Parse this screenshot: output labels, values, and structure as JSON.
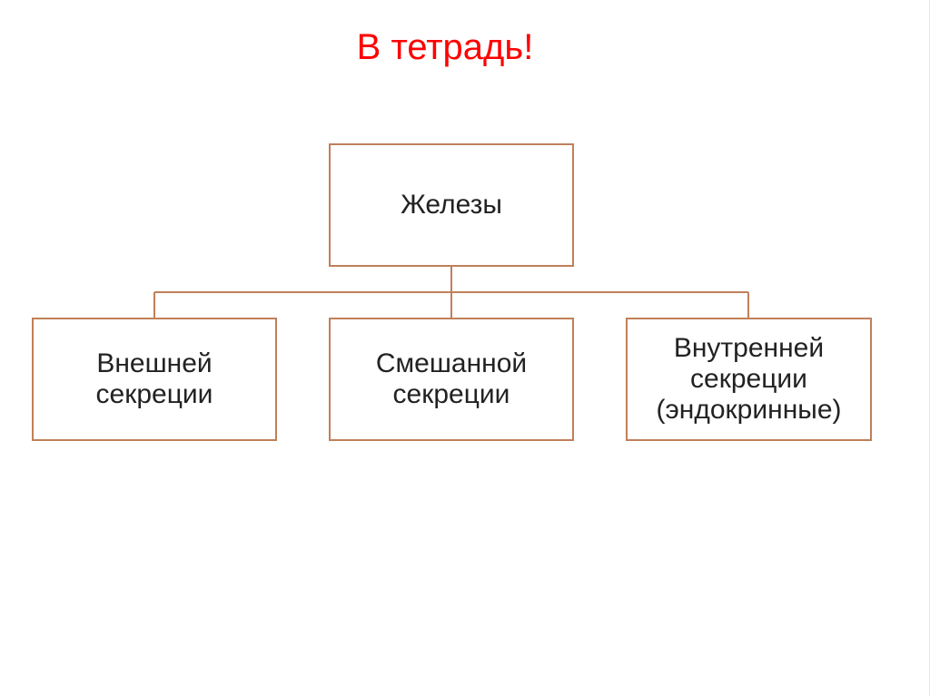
{
  "slide": {
    "title": "В тетрадь!",
    "colors": {
      "title": "#ff0000",
      "box_border": "#c0805a",
      "connector": "#c0805a",
      "text": "#222222"
    }
  },
  "diagram": {
    "root": {
      "label": "Железы"
    },
    "children": [
      {
        "lines": [
          "Внешней",
          "секреции"
        ]
      },
      {
        "lines": [
          "Смешанной",
          "секреции"
        ]
      },
      {
        "lines": [
          "Внутренней",
          "секреции",
          "(эндокринные)"
        ]
      }
    ]
  }
}
